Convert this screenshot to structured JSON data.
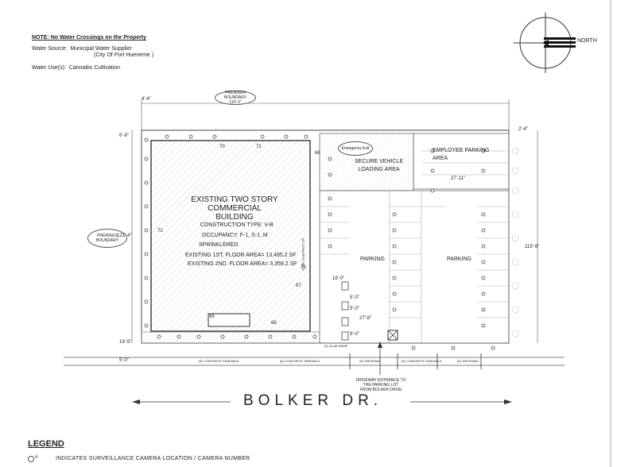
{
  "header": {
    "note": "NOTE: No Water Crossings on the Property",
    "water_source_label": "Water Source:",
    "water_source_value1": "Municipal Water Supplier",
    "water_source_value2": "(City Of Port Hueneme )",
    "water_use_label": "Water Use(s):",
    "water_use_value": "Cannabis Cultivation"
  },
  "compass": {
    "label": "NORTH"
  },
  "plan": {
    "building_title1": "EXISTING TWO STORY COMMERCIAL",
    "building_title2": "BUILDING",
    "construction_type": "CONSTRUCTION TYPE: V-B",
    "occupancy": "OCCUPANCY: F-1, S-1, M",
    "sprinklered": "SPRINKLERED",
    "floor1": "EXISTING 1ST. FLOOR AREA= 13,495.2 SF",
    "floor2": "EXISTING 2ND.  FLOOR AREA= 3,359.2 SF",
    "secure_vehicle1": "SECURE VEHICLE",
    "secure_vehicle2": "LOADING AREA",
    "employee_parking1": "EMPLOYEE PARKING",
    "employee_parking2": "AREA",
    "parking_left": "PARKING",
    "parking_right": "PARKING",
    "premises_boundary_top": "PREMISES BOUNDARY",
    "premises_boundary_top_dim": "110'-3\"",
    "premises_boundary_left1": "PREMISES",
    "premises_boundary_left2": "BOUNDARY",
    "premises_boundary_left_dim": "121'-4\"",
    "emergency_exit": "Emergency Exit",
    "driveway_note1": "DRIVEWAY ENTRANCE TO",
    "driveway_note2": "THE PARKING LOT",
    "driveway_note3": "FROM BOLKER DRIVE",
    "dim_left_top": "4'-4\"",
    "dim_left_mid": "6'-8\"",
    "dim_left_bottom": "19'-5\"",
    "dim_left_sidewalk": "5'-0\"",
    "dim_right_top": "2'-4\"",
    "dim_right_side": "119'-9\"",
    "dim_parking": "27'-11\"",
    "dim_a": "19'-0\"",
    "dim_b": "5'-0\"",
    "dim_c": "5'-0\"",
    "dim_d": "27'-8\"",
    "dim_e": "9'-0\"",
    "cam_70": "70",
    "cam_71": "71",
    "cam_72": "72",
    "cam_73": "73",
    "cam_67": "67",
    "cam_68": "68",
    "cam_69": "69",
    "cam_66": "66",
    "sidewalk1": "(E) CONCRETE SIDEWALK",
    "sidewalk2": "(E) CONCRETE SIDEWALK",
    "driveway": "(E) DRIVEWAY",
    "sidewalk3": "(E) CONCRETE SIDEWALK",
    "driveway2": "(E) DRIVEWAY",
    "slab_ramp": "(E) SLAB RAMP",
    "concrete_walk": "(E) CONCRETE WALK"
  },
  "street": {
    "name": "BOLKER DR."
  },
  "legend": {
    "title": "LEGEND",
    "symbol": "#",
    "text": "INDICATES SURVEILLANCE CAMERA LOCATION / CAMERA NUMBER"
  }
}
